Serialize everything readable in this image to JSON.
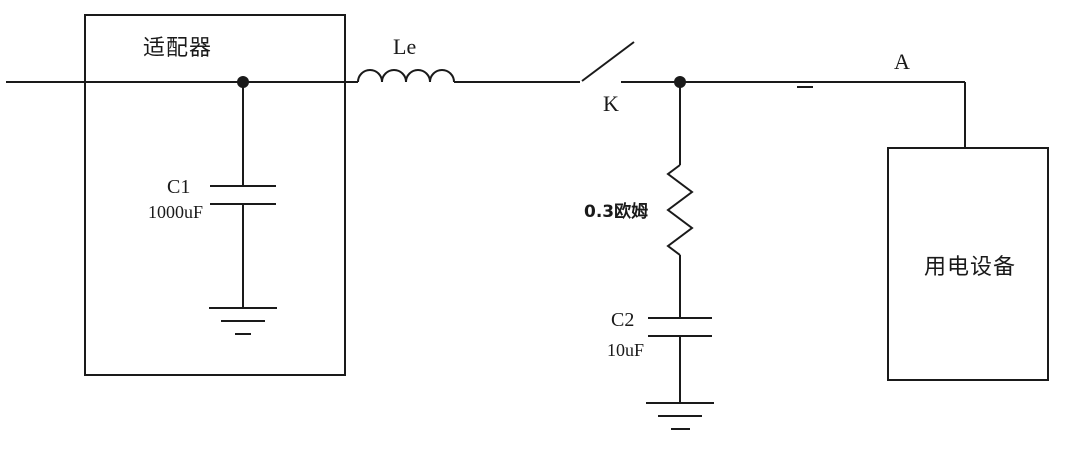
{
  "labels": {
    "adapter": "适配器",
    "inductor": "Le",
    "switch": "K",
    "resistor_value": "0.3欧姆",
    "node_a": "A",
    "load": "用电设备",
    "c1_name": "C1",
    "c1_value": "1000uF",
    "c2_name": "C2",
    "c2_value": "10uF"
  },
  "colors": {
    "line": "#1a1a1a",
    "background": "#ffffff"
  }
}
